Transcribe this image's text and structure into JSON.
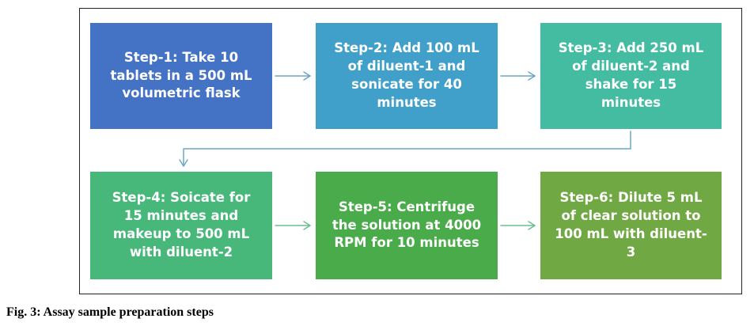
{
  "steps": [
    {
      "text": "Step-1: Take 10\ntablets in a 500 mL\nvolumetric flask",
      "color": "#4472C4"
    },
    {
      "text": "Step-2: Add 100 mL\nof diluent-1 and\nsonicate for 40\nminutes",
      "color": "#41A0C9"
    },
    {
      "text": "Step-3: Add 250 mL\nof diluent-2 and\nshake for 15\nminutes",
      "color": "#44BCA1"
    },
    {
      "text": "Step-4: Soicate for\n15 minutes and\nmakeup to 500 mL\nwith diluent-2",
      "color": "#48B87A"
    },
    {
      "text": "Step-5: Centrifuge\nthe solution at 4000\nRPM for 10 minutes",
      "color": "#49AB4A"
    },
    {
      "text": "Step-6: Dilute 5 mL\nof clear solution to\n100 mL with diluent-\n3",
      "color": "#70A844"
    }
  ],
  "arrow_color": "#6AA5C8",
  "arrow_color_lower": "#6BBF8E",
  "caption": "Fig. 3: Assay sample preparation steps"
}
